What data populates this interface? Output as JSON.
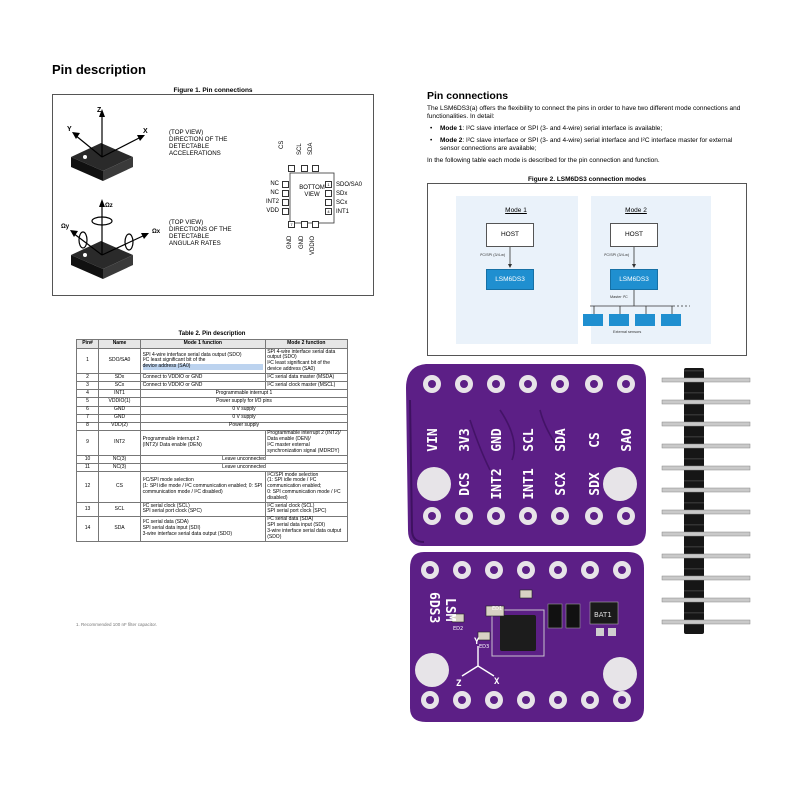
{
  "page_heading": "Pin description",
  "figure1": {
    "title": "Figure 1. Pin connections",
    "top_view_1": [
      "(TOP VIEW)",
      "DIRECTION OF THE",
      "DETECTABLE",
      "ACCELERATIONS"
    ],
    "top_view_2": [
      "(TOP VIEW)",
      "DIRECTIONS OF THE",
      "DETECTABLE",
      "ANGULAR RATES"
    ],
    "axes": {
      "x": "X",
      "y": "Y",
      "z": "Z",
      "omega_x": "Ωx",
      "omega_y": "Ωy",
      "omega_z": "Ωz"
    },
    "bottom_view": [
      "BOTTOM",
      "VIEW"
    ],
    "top_pins": [
      "CS",
      "SCL",
      "SDA"
    ],
    "left_pins": [
      "NC",
      "NC",
      "INT2",
      "VDD"
    ],
    "right_pins": [
      "SDO/SA0",
      "SDx",
      "SCx",
      "INT1"
    ],
    "bottom_pins": [
      "GND",
      "GND",
      "VDDIO"
    ],
    "pin_numbers": {
      "left_first": "1",
      "right_first": "1",
      "bottom_left": "7",
      "bottom_right": "4"
    }
  },
  "table": {
    "title": "Table 2. Pin description",
    "headers": [
      "Pin#",
      "Name",
      "Mode 1 function",
      "Mode 2 function"
    ],
    "rows": [
      {
        "pin": "1",
        "name": "SDO/SA0",
        "m1": [
          "SPI 4-wire interface serial data output (SDO)",
          "I²C least significant bit of the",
          "device address (SA0)"
        ],
        "m2": [
          "SPI 4-wire interface serial data output (SDO)",
          "I²C least significant bit of the device address (SA0)"
        ]
      },
      {
        "pin": "2",
        "name": "SDx",
        "m1": [
          "Connect to VDDIO or GND"
        ],
        "m2": [
          "I²C serial data master (MSDA)"
        ]
      },
      {
        "pin": "3",
        "name": "SCx",
        "m1": [
          "Connect to VDDIO or GND"
        ],
        "m2": [
          "I²C serial clock master (MSCL)"
        ]
      },
      {
        "pin": "4",
        "name": "INT1",
        "both": "Programmable interrupt 1"
      },
      {
        "pin": "5",
        "name": "VDDIO(1)",
        "both": "Power supply for I/O pins"
      },
      {
        "pin": "6",
        "name": "GND",
        "both": "0 V supply"
      },
      {
        "pin": "7",
        "name": "GND",
        "both": "0 V supply"
      },
      {
        "pin": "8",
        "name": "VDD(2)",
        "both": "Power supply"
      },
      {
        "pin": "9",
        "name": "INT2",
        "m1": [
          "Programmable interrupt 2",
          "(INT2)/ Data enable (DEN)"
        ],
        "m2": [
          "Programmable interrupt 2 (INT2)/ Data enable (DEN)/",
          "I²C master external synchronization signal (MDRDY)"
        ]
      },
      {
        "pin": "10",
        "name": "NC(3)",
        "both": "Leave unconnected"
      },
      {
        "pin": "11",
        "name": "NC(3)",
        "both": "Leave unconnected"
      },
      {
        "pin": "12",
        "name": "CS",
        "m1": [
          "I²C/SPI mode selection",
          "(1: SPI idle mode / I²C communication enabled; 0: SPI communication mode / I²C disabled)"
        ],
        "m2": [
          "I²C/SPI mode selection",
          "(1: SPI idle mode / I²C communication enabled;",
          "0: SPI communication mode / I²C disabled)"
        ]
      },
      {
        "pin": "13",
        "name": "SCL",
        "m1": [
          "I²C serial clock (SCL)",
          "SPI serial port clock (SPC)"
        ],
        "m2": [
          "I²C serial clock (SCL)",
          "SPI serial port clock (SPC)"
        ]
      },
      {
        "pin": "14",
        "name": "SDA",
        "m1": [
          "I²C serial data (SDA)",
          "SPI serial data input (SDI)",
          "3-wire interface serial data output (SDO)"
        ],
        "m2": [
          "I²C serial data (SDA)",
          "SPI serial data input (SDI)",
          "3-wire interface serial data output (SDO)"
        ]
      }
    ],
    "footnote": "1. Recommended 100 nF filter capacitor."
  },
  "pin_connections": {
    "heading": "Pin connections",
    "intro": "The LSM6DS3(a) offers the flexibility to connect the pins in order to have two different mode connections and functionalities. In detail:",
    "bullets": [
      {
        "bold": "Mode 1",
        "text": ": I²C slave interface or SPI (3- and 4-wire) serial interface is available;"
      },
      {
        "bold": "Mode 2",
        "text": ": I²C slave interface or SPI (3- and 4-wire) serial interface and I²C interface master for external sensor connections are available;"
      }
    ],
    "outro": "In the following table each mode is described for the pin connection and function."
  },
  "figure2": {
    "title": "Figure 2. LSM6DS3 connection modes",
    "mode1": {
      "title": "Mode 1",
      "host": "HOST",
      "link": "I²C/SPI (3/4-w)",
      "chip": "LSM6DS3"
    },
    "mode2": {
      "title": "Mode 2",
      "host": "HOST",
      "link": "I²C/SPI (3/4-w)",
      "chip": "LSM6DS3",
      "master": "Master I²C",
      "sensors": "External sensors"
    }
  },
  "board_top": {
    "pins_top": [
      "VIN",
      "3V3",
      "GND",
      "SCL",
      "SDA",
      "CS",
      "SAO"
    ],
    "pins_bottom": [
      "DCS",
      "INT2",
      "INT1",
      "SCX",
      "SDX"
    ]
  },
  "board_bottom": {
    "silk": [
      "LSM",
      "6DS3"
    ],
    "components": [
      "ED1",
      "ED2",
      "ED3",
      "BAT1"
    ],
    "axes": [
      "X",
      "Y",
      "Z"
    ]
  },
  "colors": {
    "board": "#5c1f86",
    "board_dark": "#3e1160",
    "pad": "#e7e4e8",
    "chip_blue": "#1f8fd0",
    "highlight": "#bcd3ef"
  }
}
